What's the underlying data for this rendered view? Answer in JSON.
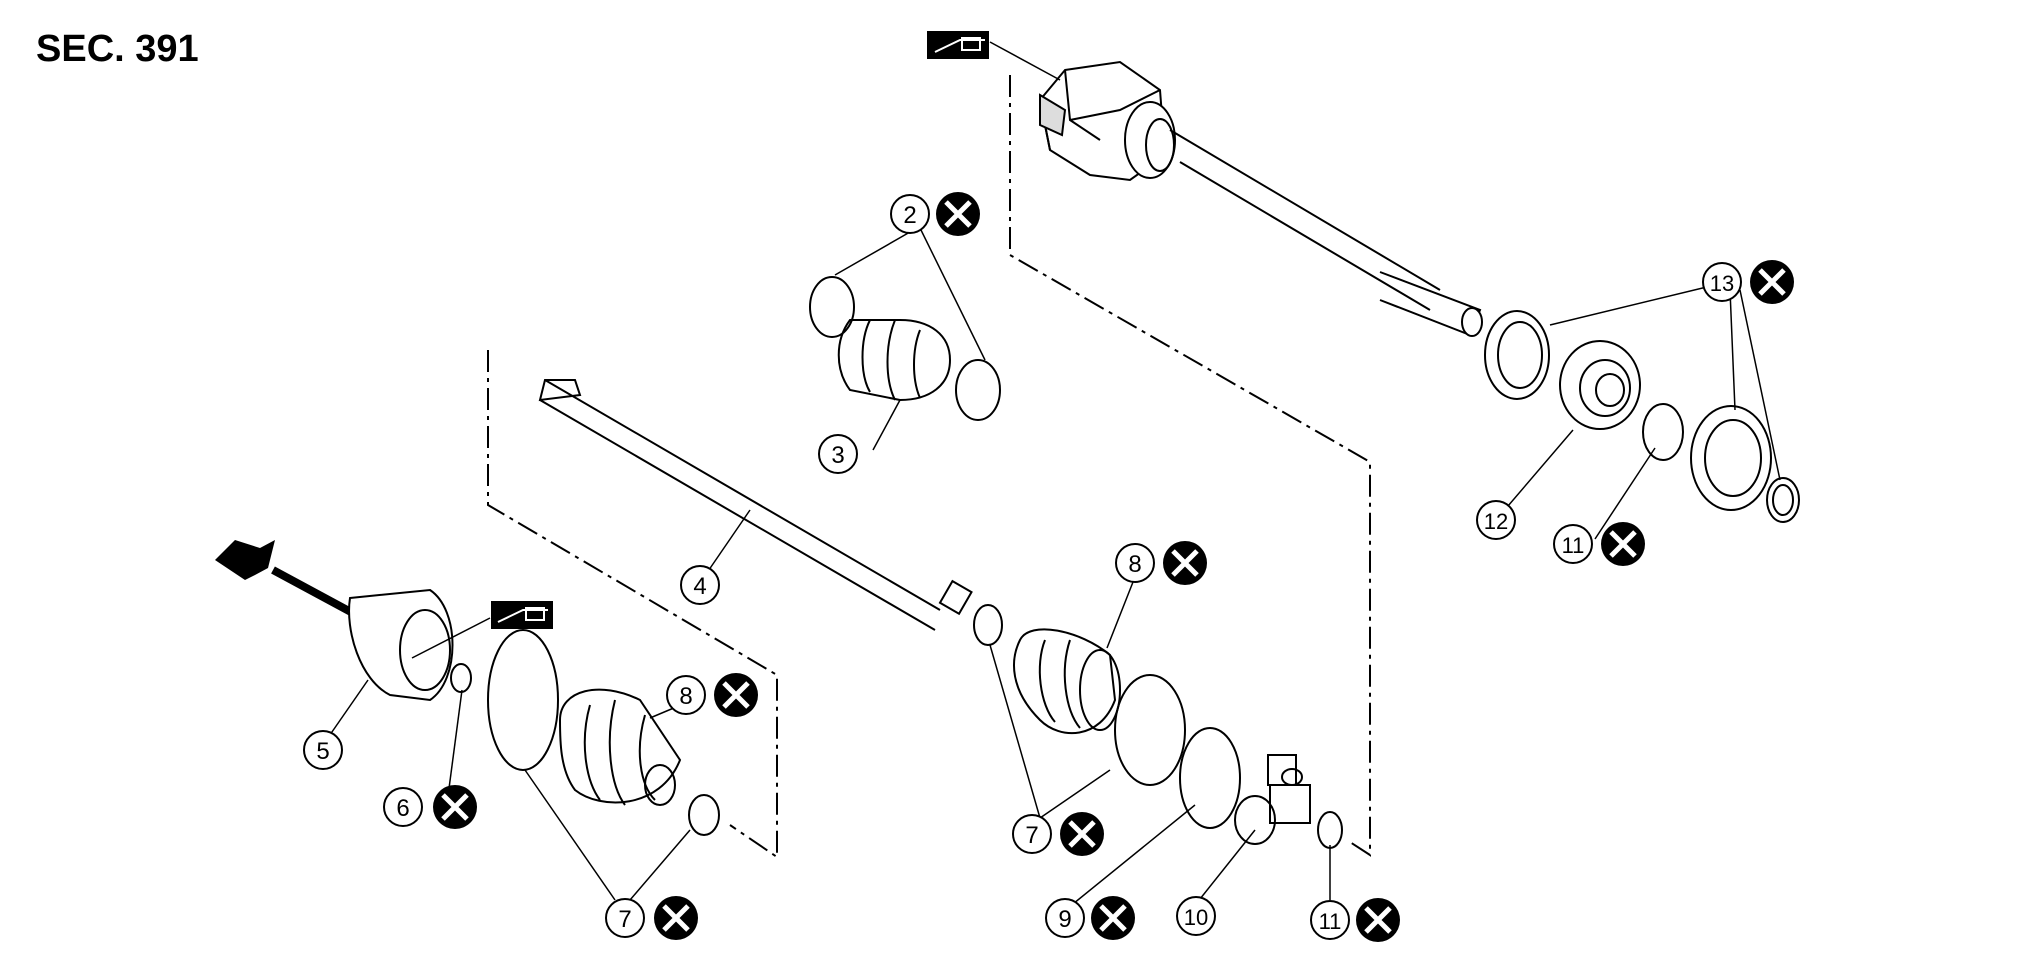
{
  "section_label": "SEC. 391",
  "callouts": [
    {
      "id": "c2",
      "label": "2",
      "replace": true
    },
    {
      "id": "c3",
      "label": "3",
      "replace": false
    },
    {
      "id": "c4",
      "label": "4",
      "replace": false
    },
    {
      "id": "c5",
      "label": "5",
      "replace": false
    },
    {
      "id": "c6",
      "label": "6",
      "replace": true
    },
    {
      "id": "c7a",
      "label": "7",
      "replace": true
    },
    {
      "id": "c7b",
      "label": "7",
      "replace": true
    },
    {
      "id": "c8a",
      "label": "8",
      "replace": true
    },
    {
      "id": "c8b",
      "label": "8",
      "replace": true
    },
    {
      "id": "c9",
      "label": "9",
      "replace": true
    },
    {
      "id": "c10",
      "label": "10",
      "replace": false
    },
    {
      "id": "c11a",
      "label": "11",
      "replace": true
    },
    {
      "id": "c11b",
      "label": "11",
      "replace": true
    },
    {
      "id": "c12",
      "label": "12",
      "replace": false
    },
    {
      "id": "c13",
      "label": "13",
      "replace": true
    }
  ],
  "symbols": {
    "replace": "do-not-reuse-x-icon",
    "grease": "grease-gun-icon",
    "front": "front-arrow-icon"
  },
  "colors": {
    "line": "#000000",
    "background": "#ffffff"
  }
}
